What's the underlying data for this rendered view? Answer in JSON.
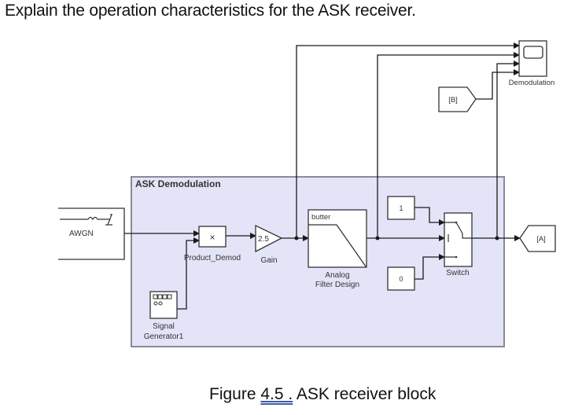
{
  "question": "Explain the operation characteristics for the ASK receiver.",
  "caption": {
    "prefix": "Figure ",
    "number": "4.5 .",
    "text": " ASK receiver block"
  },
  "colors": {
    "subsystem_fill": "#e4e4f8",
    "subsystem_border": "#8a8a96",
    "wire": "#1a1a1a",
    "block_fill": "#ffffff"
  },
  "diagram": {
    "subsystem": {
      "title": "ASK Demodulation"
    },
    "blocks": {
      "awgn": {
        "label": "AWGN"
      },
      "product": {
        "symbol": "×",
        "label": "Product_Demod"
      },
      "gain": {
        "value": "2.5",
        "label": "Gain"
      },
      "filter": {
        "type": "butter",
        "label_line1": "Analog",
        "label_line2": "Filter Design"
      },
      "const1": {
        "value": "1"
      },
      "const0": {
        "value": "0"
      },
      "switch": {
        "label": "Switch"
      },
      "signal_gen": {
        "label_line1": "Signal",
        "label_line2": "Generator1"
      },
      "scope": {
        "label": "Demodulation"
      },
      "from_b": {
        "tag": "[B]"
      },
      "goto_a": {
        "tag": "[A]"
      }
    }
  }
}
